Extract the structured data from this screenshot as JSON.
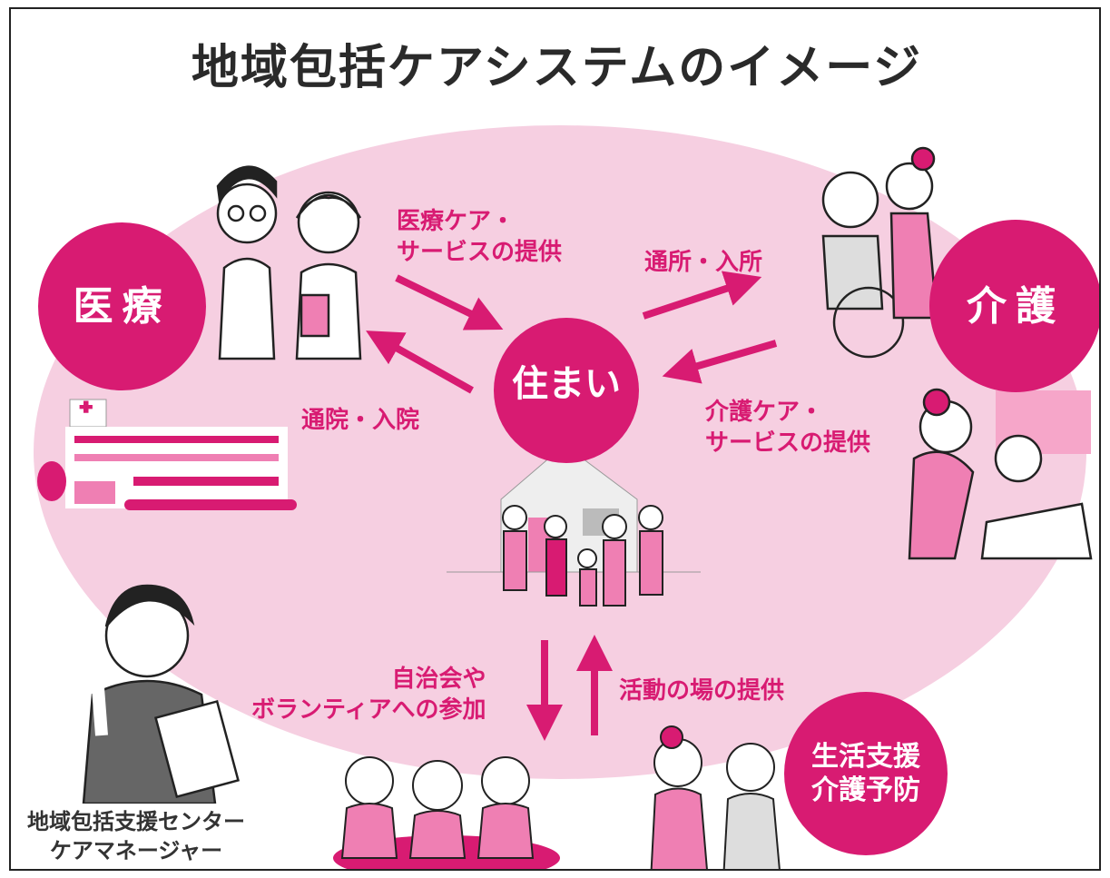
{
  "title": "地域包括ケアシステムのイメージ",
  "hubs": {
    "medical": "医療",
    "care": "介護",
    "home": "住まい",
    "support_line1": "生活支援",
    "support_line2": "介護予防"
  },
  "labels": {
    "medical_service_line1": "医療ケア・",
    "medical_service_line2": "サービスの提供",
    "outpatient": "通院・入院",
    "daycare": "通所・入所",
    "care_service_line1": "介護ケア・",
    "care_service_line2": "サービスの提供",
    "activity": "活動の場の提供",
    "volunteer_line1": "自治会や",
    "volunteer_line2": "ボランティアへの参加",
    "manager_line1": "地域包括支援センター",
    "manager_line2": "ケアマネージャー"
  },
  "colors": {
    "accent": "#d81b72",
    "background_ellipse": "#f6cfe1",
    "figure_fill": "#ef7fb3"
  }
}
